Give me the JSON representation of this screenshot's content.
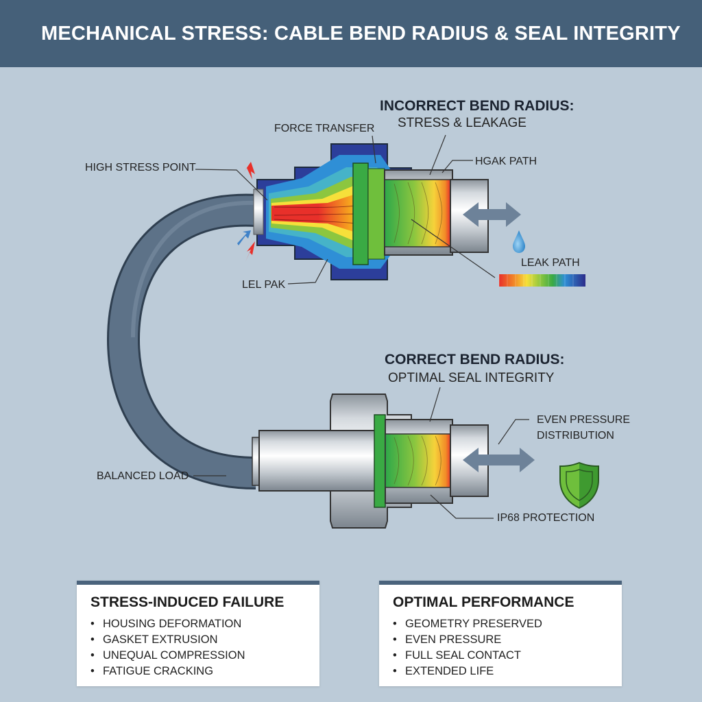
{
  "header": {
    "title": "MECHANICAL STRESS: CABLE BEND RADIUS & SEAL INTEGRITY"
  },
  "top_assembly": {
    "title": "INCORRECT BEND RADIUS:",
    "subtitle": "STRESS & LEAKAGE",
    "labels": {
      "force_transfer": "FORCE TRANSFER",
      "high_stress_point": "HIGH STRESS POINT",
      "hgak_path": "HGAK PATH",
      "leak_path": "LEAK PATH",
      "lel_pak": "LEL PAK"
    }
  },
  "bottom_assembly": {
    "title": "CORRECT BEND RADIUS:",
    "subtitle": "OPTIMAL SEAL INTEGRITY",
    "labels": {
      "even_pressure_line1": "EVEN PRESSURE",
      "even_pressure_line2": "DISTRIBUTION",
      "balanced_load": "BALANCED LOAD",
      "ip68": "IP68 PROTECTION"
    }
  },
  "icons": [
    "double-arrow-icon",
    "water-drop-icon",
    "shield-icon",
    "arrow-icon"
  ],
  "colors": {
    "header_bg": "#456079",
    "background": "#bccbd8",
    "cable": "#5d7288",
    "stress_high": "#e8302a",
    "stress_low": "#2c3e9a",
    "seal_green": "#3aaa44"
  },
  "panels": {
    "failure": {
      "title": "STRESS-INDUCED FAILURE",
      "items": [
        "HOUSING DEFORMATION",
        "GASKET EXTRUSION",
        "UNEQUAL COMPRESSION",
        "FATIGUE CRACKING"
      ]
    },
    "performance": {
      "title": "OPTIMAL PERFORMANCE",
      "items": [
        "GEOMETRY PRESERVED",
        "EVEN PRESSURE",
        "FULL SEAL CONTACT",
        "EXTENDED LIFE"
      ]
    }
  }
}
